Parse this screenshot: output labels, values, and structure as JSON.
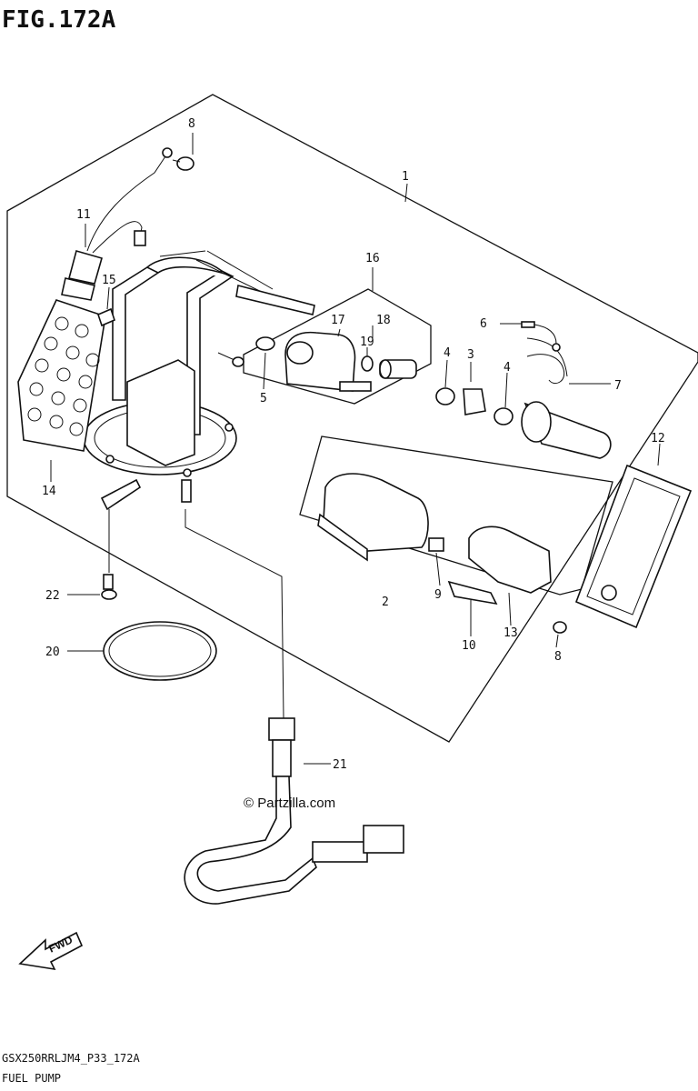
{
  "figure_title": "FIG.172A",
  "footer": {
    "code": "GSX250RRLJM4_P33_172A",
    "name": "FUEL PUMP"
  },
  "watermark": "© Partzilla.com",
  "fwd_label": "FWD",
  "callouts": {
    "c1": "1",
    "c2": "2",
    "c3": "3",
    "c4a": "4",
    "c4b": "4",
    "c5": "5",
    "c6": "6",
    "c7": "7",
    "c8a": "8",
    "c8b": "8",
    "c9": "9",
    "c10": "10",
    "c11": "11",
    "c12": "12",
    "c13": "13",
    "c14": "14",
    "c15": "15",
    "c16": "16",
    "c17": "17",
    "c18": "18",
    "c19": "19",
    "c20": "20",
    "c21": "21",
    "c22": "22"
  }
}
